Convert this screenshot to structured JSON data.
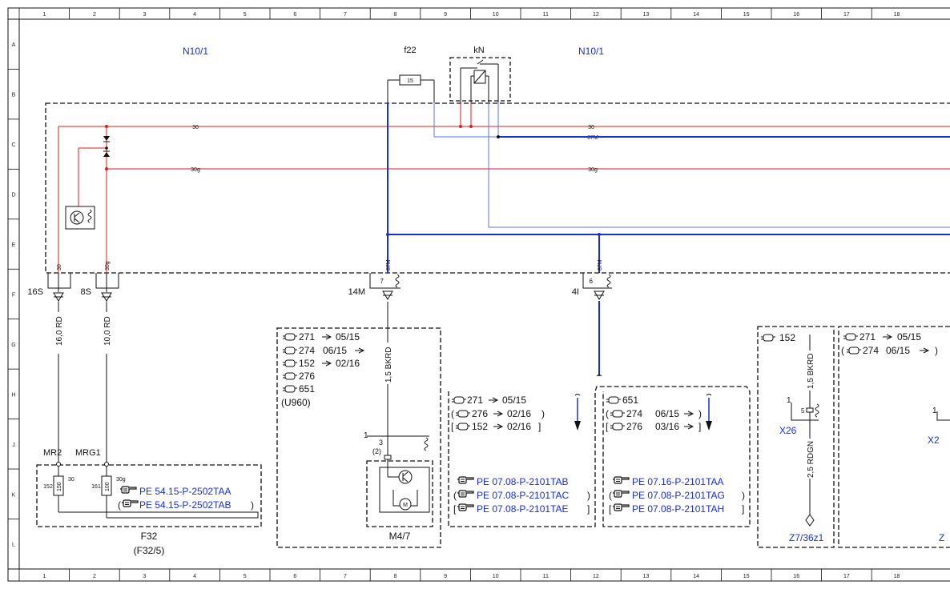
{
  "grid": {
    "columns": [
      "1",
      "2",
      "3",
      "4",
      "5",
      "6",
      "7",
      "8",
      "9",
      "10",
      "11",
      "12",
      "13",
      "14",
      "15",
      "16",
      "17",
      "18"
    ],
    "rows": [
      "A",
      "B",
      "C",
      "D",
      "E",
      "F",
      "G",
      "H",
      "J",
      "K",
      "L"
    ]
  },
  "control_unit": {
    "label_left": "N10/1",
    "label_right": "N10/1"
  },
  "fuse_f22": {
    "label": "f22",
    "value": "15"
  },
  "relay_kN": {
    "label": "kN"
  },
  "wires": {
    "w30_left": "30",
    "w30_right": "30",
    "w30g_left": "30g",
    "w30g_right": "30g",
    "w87M_right": "87M"
  },
  "pins": {
    "p30": "30",
    "p30g": "30g",
    "p87M_a": "87M",
    "p87M_b": "87M",
    "pin7": "7",
    "pin6": "6"
  },
  "connectors": {
    "c16S": "16S",
    "c8S": "8S",
    "c14M": "14M",
    "c4I": "4I"
  },
  "cables": {
    "c1": "16,0 RD",
    "c2": "10,0 RD",
    "c3": "1,5 BKRD",
    "c4": "1,5 BKRD",
    "c5": "2,5 RDGN"
  },
  "f32": {
    "label_mr2": "MR2",
    "label_mrg1": "MRG1",
    "f152": "152",
    "f30": "30",
    "f150": "150",
    "f161": "161",
    "f30g": "30g",
    "f100": "100",
    "ref1": "PE 54.15-P-2502TAA",
    "ref2": "PE 54.15-P-2502TAB",
    "ref2_close": ")",
    "name": "F32",
    "name_alt": "(F32/5)"
  },
  "engine_box": {
    "e1_num": "271",
    "e1_val": "05/15",
    "e2_num": "274",
    "e2_val": "06/15",
    "e3_num": "152",
    "e3_val": "02/16",
    "e4_num": "276",
    "e5_num": "651",
    "variant": "(U960)"
  },
  "m47": {
    "pin1": "1",
    "pin3": "3",
    "pin2": "(2)",
    "motor": "M",
    "name": "M4/7"
  },
  "box_a": {
    "r1_num": "271",
    "r1_val": "05/15",
    "r2_num": "276",
    "r2_val": "02/16",
    "r2_close": ")",
    "r3_num": "152",
    "r3_val": "02/16",
    "r3_close": "]",
    "ref1": "PE 07.08-P-2101TAB",
    "ref2": "PE 07.08-P-2101TAC",
    "ref2_close": ")",
    "ref3": "PE 07.08-P-2101TAE",
    "ref3_close": "]"
  },
  "box_b": {
    "r1_num": "651",
    "r2_num": "274",
    "r2_val": "06/15",
    "r2_close": ")",
    "r3_num": "276",
    "r3_val": "03/16",
    "r3_close": "]",
    "ref1": "PE 07.16-P-2101TAA",
    "ref2": "PE 07.08-P-2101TAG",
    "ref2_close": ")",
    "ref3": "PE 07.08-P-2101TAH",
    "ref3_close": "]"
  },
  "box_c": {
    "num": "152",
    "pin1": "1",
    "pin5": "5",
    "name_x26": "X26",
    "name_z": "Z7/36z1"
  },
  "box_d": {
    "r1_num": "271",
    "r1_val": "05/15",
    "r2_num": "274",
    "r2_val": "06/15",
    "r2_close": ")",
    "pin1": "1",
    "name_x2": "X2",
    "name_z": "Z"
  },
  "colors": {
    "red": "#d81f1f",
    "blue": "#1a2fd6",
    "lightblue": "#5a78e0",
    "black": "#111111"
  }
}
